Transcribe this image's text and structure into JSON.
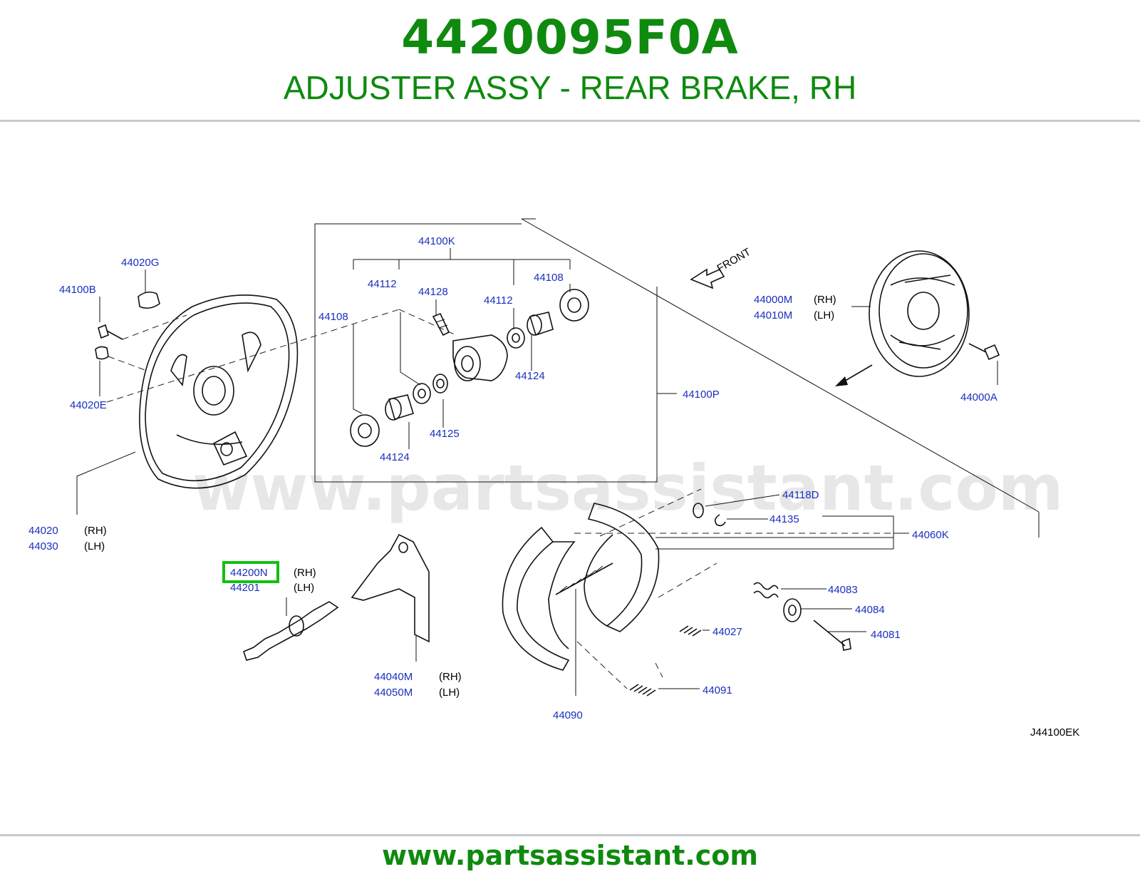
{
  "header": {
    "part_number": "4420095F0A",
    "description": "ADJUSTER ASSY - REAR BRAKE, RH"
  },
  "footer": {
    "url": "www.partsassistant.com"
  },
  "watermark": "www.partsassistant.com",
  "diagram_code": "J44100EK",
  "front_label": "FRONT",
  "colors": {
    "brand_green": "#0f8a0f",
    "label_blue": "#1a2fbf",
    "highlight": "#12c012"
  },
  "labels": {
    "p44100K": "44100K",
    "p44020G": "44020G",
    "p44100B": "44100B",
    "p44020E": "44020E",
    "p44112a": "44112",
    "p44128": "44128",
    "p44108a": "44108",
    "p44112b": "44112",
    "p44108b": "44108",
    "p44124a": "44124",
    "p44125": "44125",
    "p44124b": "44124",
    "p44100P": "44100P",
    "p44000M": "44000M",
    "p44010M": "44010M",
    "p44000A": "44000A",
    "p44020": "44020",
    "p44030": "44030",
    "p44200N": "44200N",
    "p44201": "44201",
    "p44040M": "44040M",
    "p44050M": "44050M",
    "p44118D": "44118D",
    "p44135": "44135",
    "p44060K": "44060K",
    "p44083": "44083",
    "p44084": "44084",
    "p44081": "44081",
    "p44027": "44027",
    "p44091": "44091",
    "p44090": "44090"
  },
  "suffix": {
    "rh": "(RH)",
    "lh": "(LH)"
  }
}
